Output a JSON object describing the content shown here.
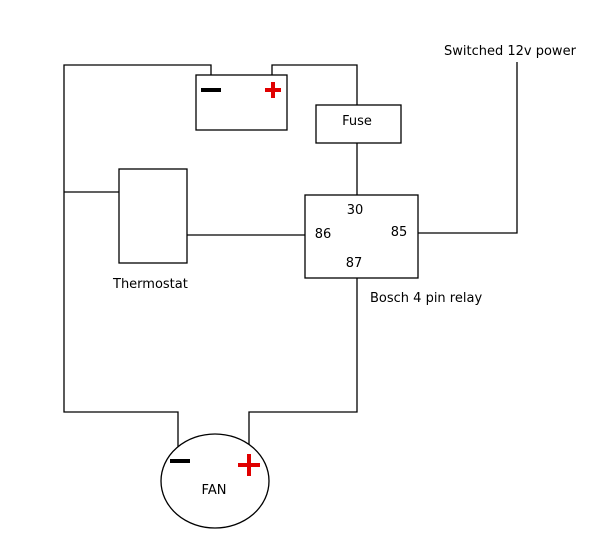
{
  "labels": {
    "switched_power": "Switched 12v power",
    "fuse": "Fuse",
    "thermostat": "Thermostat",
    "relay_name": "Bosch 4 pin relay",
    "pin_30": "30",
    "pin_86": "86",
    "pin_85": "85",
    "pin_87": "87",
    "fan": "FAN"
  },
  "colors": {
    "line": "#000000",
    "positive": "#e00000",
    "negative": "#000000"
  }
}
